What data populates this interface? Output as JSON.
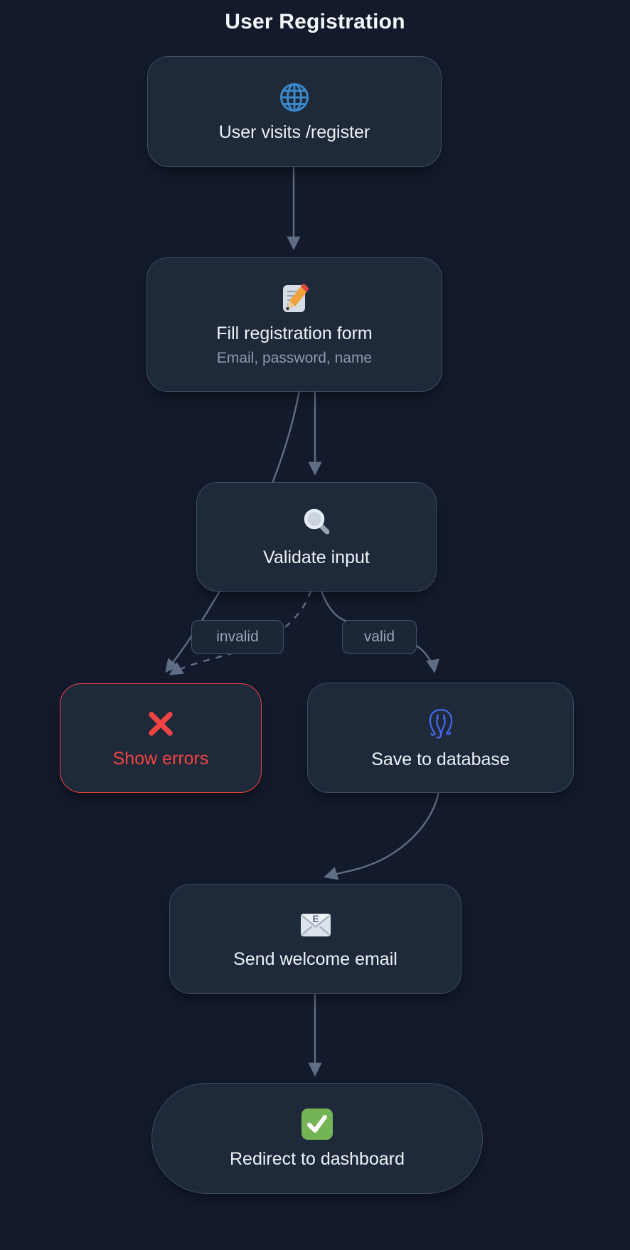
{
  "title": "User Registration",
  "colors": {
    "background": "#131a2b",
    "title_text": "#f3f6fa",
    "node_fill": "#1e2939",
    "node_border": "#3d4d63",
    "node_text": "#eef2f7",
    "sub_text": "#8e9bac",
    "edge": "#5f6e85",
    "label_fill": "#1c2636",
    "label_border": "#44536b",
    "label_text": "#98a5b6",
    "error_red": "#ef4444",
    "globe_blue": "#3b87c8",
    "postgres_blue": "#4468e8",
    "check_green": "#74b455"
  },
  "nodes": [
    {
      "id": "visit",
      "label": "User visits /register",
      "icon": "globe-icon"
    },
    {
      "id": "fill_form",
      "label": "Fill registration form",
      "sublabel": "Email, password, name",
      "icon": "memo-pencil-icon"
    },
    {
      "id": "validate",
      "label": "Validate input",
      "icon": "magnifier-icon"
    },
    {
      "id": "show_errors",
      "label": "Show errors",
      "icon": "cross-mark-icon"
    },
    {
      "id": "save_db",
      "label": "Save to database",
      "icon": "postgresql-elephant-icon"
    },
    {
      "id": "send_email",
      "label": "Send welcome email",
      "icon": "email-envelope-icon"
    },
    {
      "id": "redirect",
      "label": "Redirect to dashboard",
      "icon": "check-mark-icon"
    }
  ],
  "edge_labels": [
    {
      "id": "invalid",
      "label": "invalid"
    },
    {
      "id": "valid",
      "label": "valid"
    }
  ]
}
